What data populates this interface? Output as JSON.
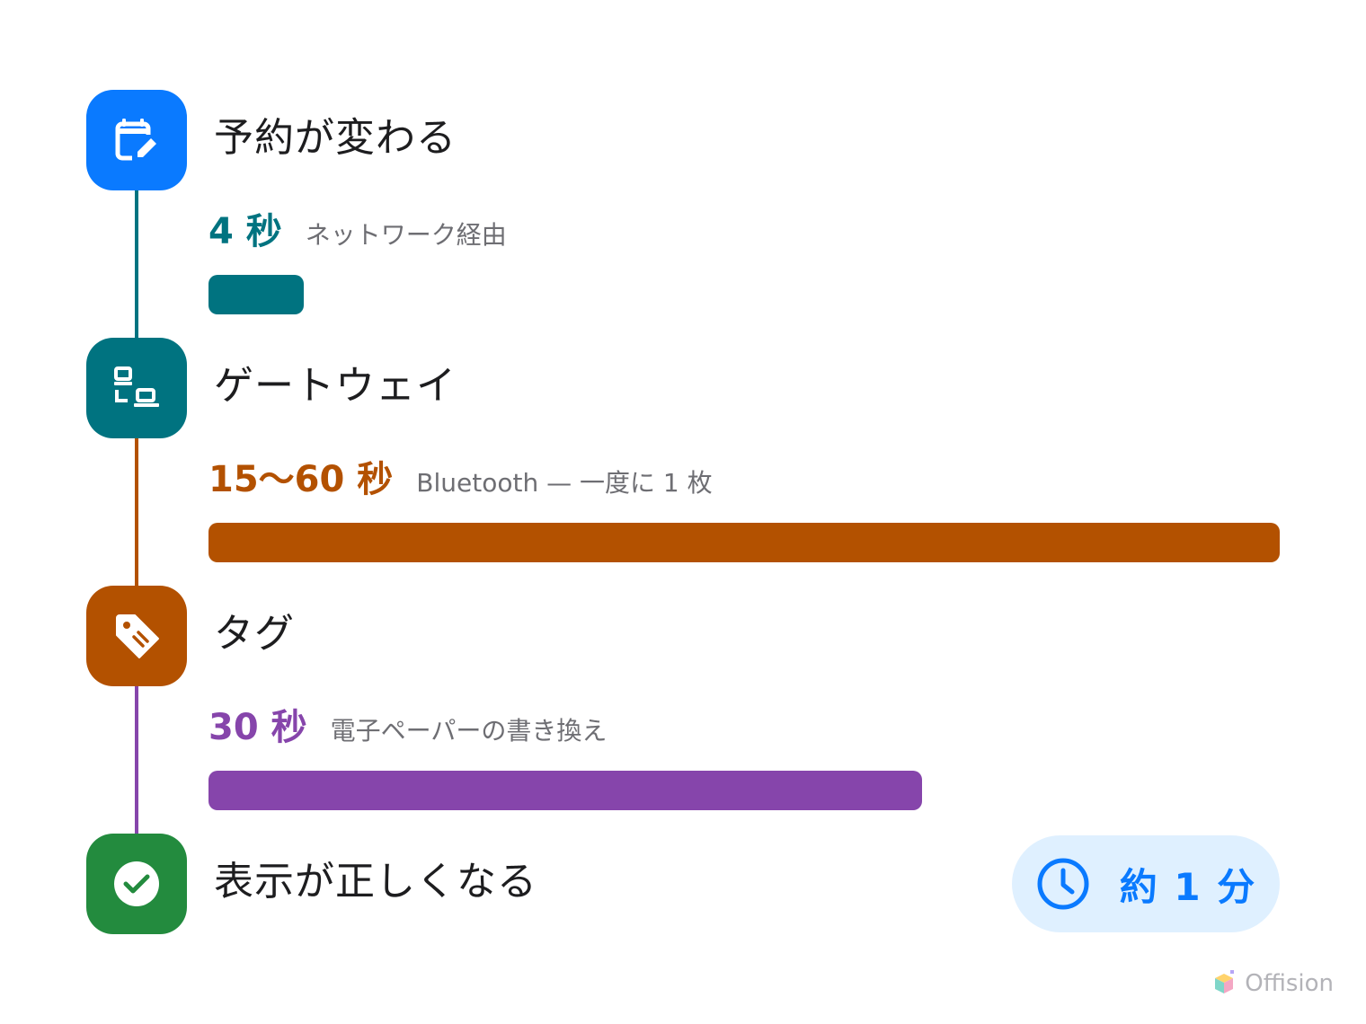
{
  "colors": {
    "step1": "#0a7aff",
    "step2": "#007380",
    "step3": "#b35100",
    "step4": "#238b3e",
    "purple": "#8645ab",
    "pill_bg": "#dff0ff"
  },
  "steps": [
    {
      "title": "予約が変わる",
      "icon": "calendar-edit-icon"
    },
    {
      "title": "ゲートウェイ",
      "icon": "network-devices-icon"
    },
    {
      "title": "タグ",
      "icon": "tag-icon"
    },
    {
      "title": "表示が正しくなる",
      "icon": "check-circle-icon"
    }
  ],
  "durations": [
    {
      "value": "4 秒",
      "note": "ネットワーク経由",
      "fraction": 0.089
    },
    {
      "value": "15〜60 秒",
      "note": "Bluetooth — 一度に 1 枚",
      "fraction": 1.0
    },
    {
      "value": "30 秒",
      "note": "電子ペーパーの書き換え",
      "fraction": 0.666
    }
  ],
  "total": {
    "label": "約 1 分",
    "icon": "clock-icon"
  },
  "brand": {
    "name": "Offision",
    "icon": "offision-logo-icon"
  }
}
